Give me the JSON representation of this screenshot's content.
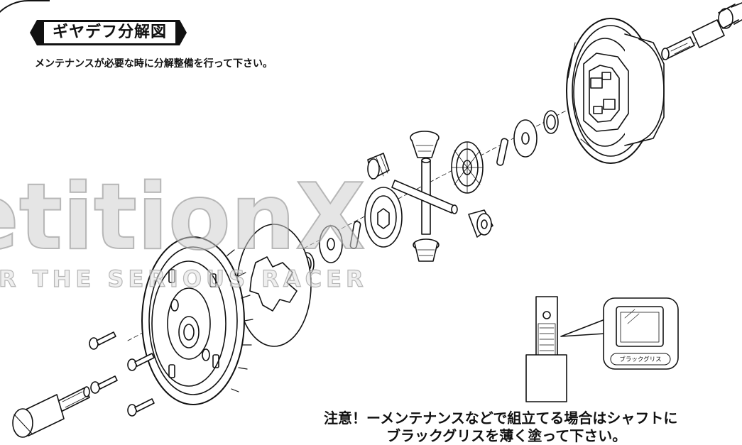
{
  "title": "ギヤデフ分解図",
  "subtitle": "メンテナンスが必要な時に分解整備を行って下さい。",
  "grease_label": "ブラックグリス",
  "note": {
    "line1": "注意！ーメンテナンスなどで組立てる場合はシャフトに",
    "line2": "ブラックグリスを薄く塗って下さい。"
  },
  "watermark": {
    "logo_text": "etitionX",
    "tagline": "R THE SERIOUS RACER"
  },
  "colors": {
    "ink": "#111111",
    "watermark_gray": "#9a9a9a",
    "watermark_red": "#d23a2a"
  }
}
